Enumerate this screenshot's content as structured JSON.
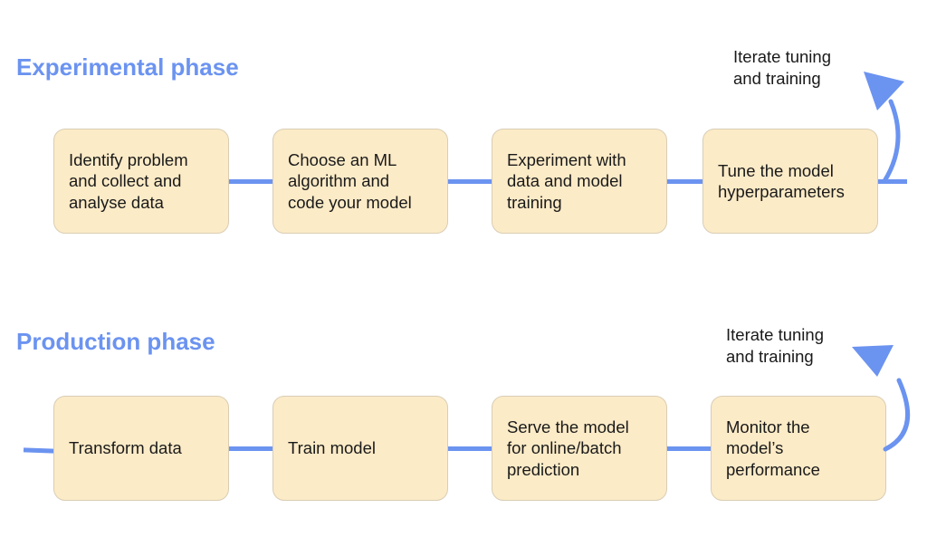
{
  "experimental": {
    "title": "Experimental phase",
    "steps": [
      {
        "label": "Identify problem and collect and analyse data"
      },
      {
        "label": "Choose an ML algorithm and code your model"
      },
      {
        "label": "Experiment with data and model training"
      },
      {
        "label": "Tune the model hyperparameters"
      }
    ],
    "iterate_label": "Iterate tuning and training"
  },
  "production": {
    "title": "Production phase",
    "steps": [
      {
        "label": "Transform data"
      },
      {
        "label": "Train model"
      },
      {
        "label": "Serve the model for online/batch prediction"
      },
      {
        "label": "Monitor the model’s performance"
      }
    ],
    "iterate_label": "Iterate tuning and training"
  },
  "colors": {
    "accent": "#6b93f0",
    "box_fill": "#fcebc7",
    "box_border": "#d9cdb5",
    "text": "#1a1a1a"
  }
}
